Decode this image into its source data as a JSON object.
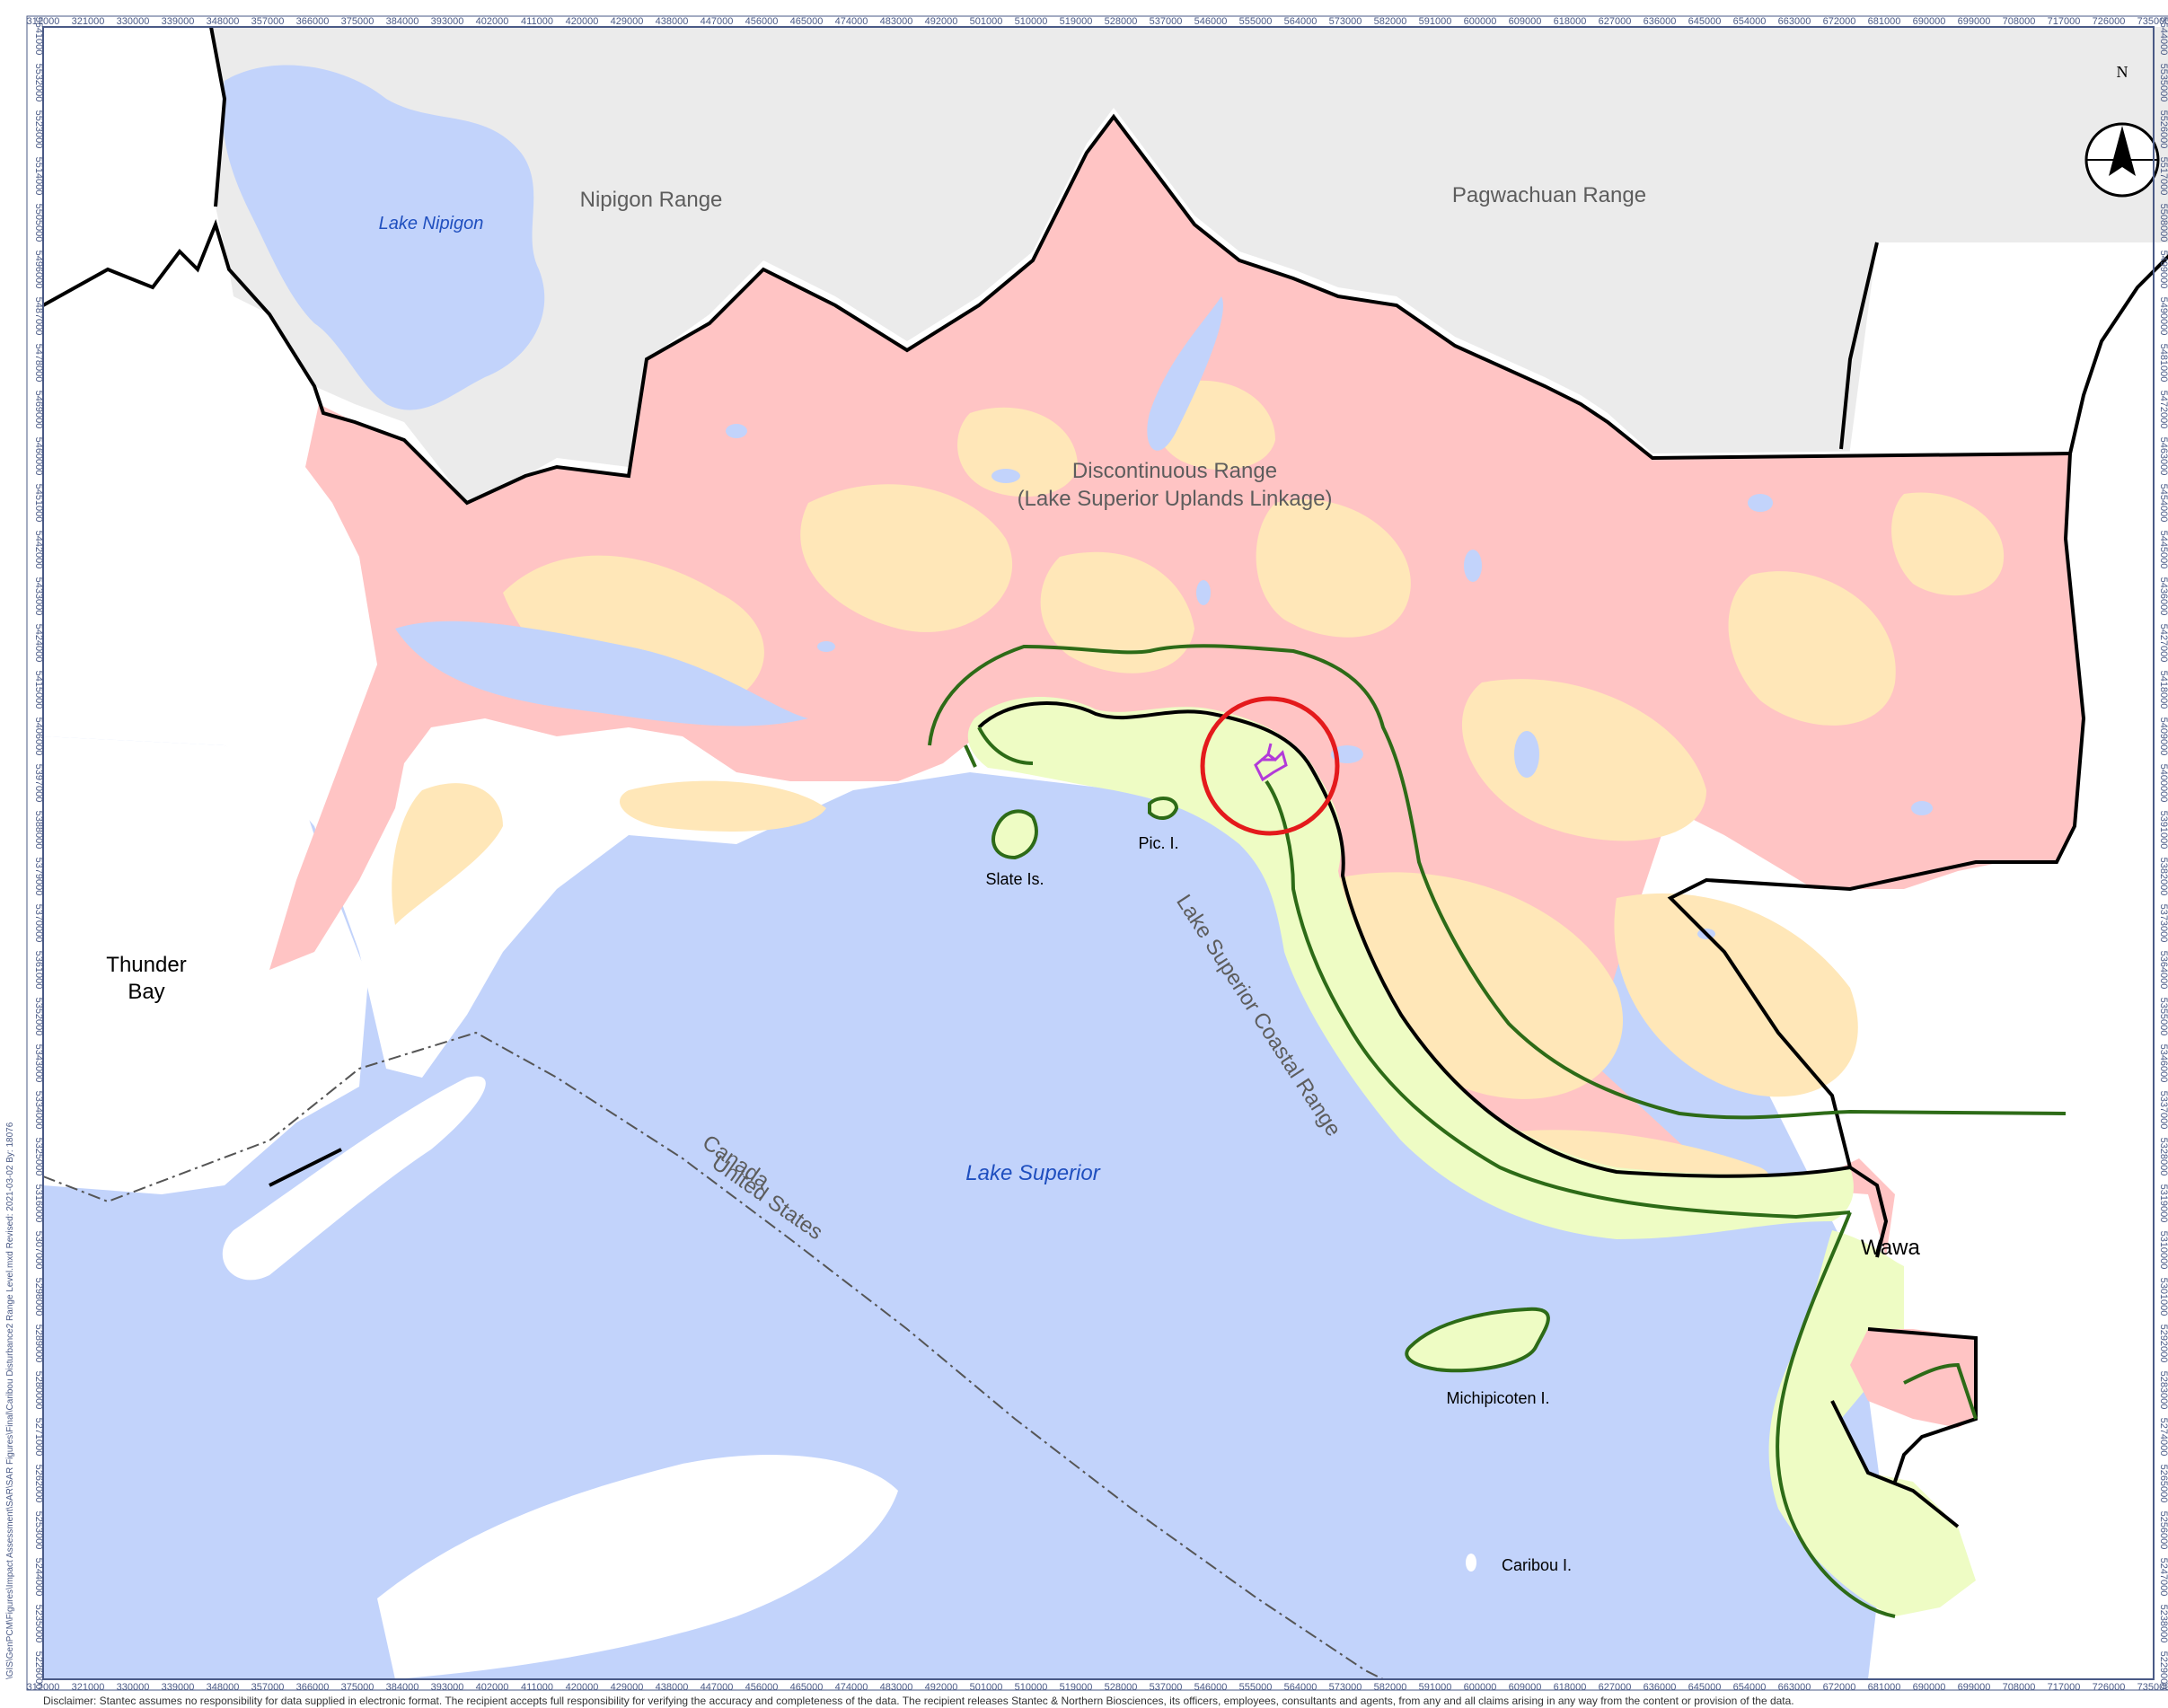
{
  "map": {
    "labels": {
      "lake_nipigon": "Lake Nipigon",
      "nipigon_range": "Nipigon Range",
      "pagwachuan_range": "Pagwachuan Range",
      "discontinuous_range_1": "Discontinuous Range",
      "discontinuous_range_2": "(Lake Superior Uplands Linkage)",
      "thunder_bay_1": "Thunder",
      "thunder_bay_2": "Bay",
      "slate_is": "Slate Is.",
      "pic_i": "Pic. I.",
      "coastal_range": "Lake Superior Coastal Range",
      "lake_superior": "Lake Superior",
      "canada": "Canada",
      "united_states": "United States",
      "wawa": "Wawa",
      "michipicoten_i": "Michipicoten I.",
      "caribou_i": "Caribou I."
    },
    "north_arrow": "N",
    "side_note": "\\GIS\\GenPCM\\Figures\\Impact Assessment\\SAR\\SAR Figures\\Final\\Caribou Disturbance2 Range Level.mxd    Revised: 2021-03-02 By: 18076",
    "disclaimer": "Disclaimer: Stantec assumes no responsibility for data supplied in electronic format. The recipient accepts full responsibility for verifying the accuracy and completeness of the data. The recipient releases Stantec & Northern Biosciences, its officers, employees, consultants and agents, from any and all claims arising in any way from the content or provision of the data.",
    "x_ticks": [
      "312000",
      "321000",
      "330000",
      "339000",
      "348000",
      "357000",
      "366000",
      "375000",
      "384000",
      "393000",
      "402000",
      "411000",
      "420000",
      "429000",
      "438000",
      "447000",
      "456000",
      "465000",
      "474000",
      "483000",
      "492000",
      "501000",
      "510000",
      "519000",
      "528000",
      "537000",
      "546000",
      "555000",
      "564000",
      "573000",
      "582000",
      "591000",
      "600000",
      "609000",
      "618000",
      "627000",
      "636000",
      "645000",
      "654000",
      "663000",
      "672000",
      "681000",
      "690000",
      "699000",
      "708000",
      "717000",
      "726000",
      "735000"
    ],
    "y_ticks": [
      "5544000",
      "5535000",
      "5526000",
      "5517000",
      "5508000",
      "5499000",
      "5490000",
      "5481000",
      "5472000",
      "5463000",
      "5454000",
      "5445000",
      "5436000",
      "5427000",
      "5418000",
      "5409000",
      "5400000",
      "5391000",
      "5382000",
      "5373000",
      "5364000",
      "5355000",
      "5346000",
      "5337000",
      "5328000",
      "5319000",
      "5310000",
      "5301000",
      "5292000",
      "5283000",
      "5274000",
      "5265000",
      "5256000",
      "5247000",
      "5238000",
      "5229000"
    ],
    "y_ticks_left": [
      "5541000",
      "5532000",
      "5523000",
      "5514000",
      "5505000",
      "5496000",
      "5487000",
      "5478000",
      "5469000",
      "5460000",
      "5451000",
      "5442000",
      "5433000",
      "5424000",
      "5415000",
      "5406000",
      "5397000",
      "5388000",
      "5379000",
      "5370000",
      "5361000",
      "5352000",
      "5343000",
      "5334000",
      "5325000",
      "5316000",
      "5307000",
      "5298000",
      "5289000",
      "5280000",
      "5271000",
      "5262000",
      "5253000",
      "5244000",
      "5235000",
      "5226000"
    ],
    "colors": {
      "water": "#c2d3fb",
      "land": "#ffffff",
      "outside_range": "#ebebeb",
      "high_disturbance": "#ffc4c4",
      "low_disturbance": "#ffe7b8",
      "coastal_range_fill": "#eefcc4",
      "green_boundary": "#2d6b17",
      "black_boundary": "#000000",
      "study_circle": "#e41a1c",
      "project_site": "#b23ad9",
      "tick_text": "#4a5a86"
    }
  }
}
